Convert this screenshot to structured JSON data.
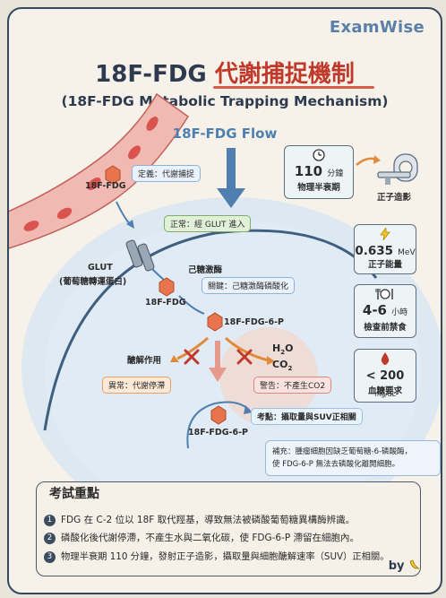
{
  "brand": "ExamWise",
  "title_prefix": "18F-FDG ",
  "title_highlight": "代謝捕捉機制",
  "subtitle": "(18F-FDG Metabolic Trapping Mechanism)",
  "flow_title": "18F-FDG Flow",
  "diagram": {
    "definition_tag": "定義：代謝捕捉",
    "blood_fdg": "18F-FDG",
    "normal_glut_tag": "正常：經 GLUT 進入",
    "glut_label": "GLUT",
    "glut_desc": "(葡萄糖轉運蛋白)",
    "hexokinase": "己糖激酶",
    "hexokinase_tag": "關鍵：己糖激酶磷酸化",
    "cell_fdg": "18F-FDG",
    "fdg6p": "18F-FDG-6-P",
    "glycolysis": "醣解作用",
    "abnormal_tag": "異常：代謝停滯",
    "water_h": "H",
    "water_sub": "2",
    "water_o": "O",
    "co2_co": "CO",
    "co2_sub": "2",
    "warning_tag": "警告：不產生CO2",
    "exam_point_tag": "考點：攝取量與SUV正相關",
    "fdg6p_trapped": "18F-FDG-6-P",
    "note_line1": "補充：腫瘤細胞因缺乏葡萄糖-6-磷酸酶，",
    "note_line2": "使 FDG-6-P 無法去磷酸化離開細胞。"
  },
  "side_panel": {
    "half_life_value": "110",
    "half_life_unit": "分鐘",
    "half_life_label": "物理半衰期",
    "pet_label": "正子造影",
    "energy_value": "0.635",
    "energy_unit": "MeV",
    "energy_label": "正子能量",
    "fasting_value": "4-6",
    "fasting_unit": "小時",
    "fasting_label": "檢查前禁食",
    "glucose_value": "< 200",
    "glucose_unit": "mg/dL",
    "glucose_label": "血糖要求"
  },
  "exam_points": {
    "title": "考試重點",
    "items": [
      {
        "num": "1",
        "text": "FDG 在 C-2 位以 18F 取代羥基，導致無法被磷酸葡萄糖異構酶辨識。"
      },
      {
        "num": "2",
        "text": "磷酸化後代謝停滯，不產生水與二氧化碳，使 FDG-6-P 滯留在細胞內。"
      },
      {
        "num": "3",
        "text": "物理半衰期 110 分鐘，發射正子造影，攝取量與細胞醣解速率（SUV）正相關。"
      }
    ]
  },
  "by_label": "by",
  "colors": {
    "accent_red": "#c0392b",
    "accent_blue": "#4e7fb0",
    "hexagon_orange": "#e8744e",
    "blood_vessel": "#e9a7a0",
    "cell_blue": "#cfe0ef"
  },
  "icons": [
    "clock-icon",
    "pet-scanner-icon",
    "lightning-icon",
    "utensils-icon",
    "blood-drop-icon",
    "banana-icon"
  ]
}
